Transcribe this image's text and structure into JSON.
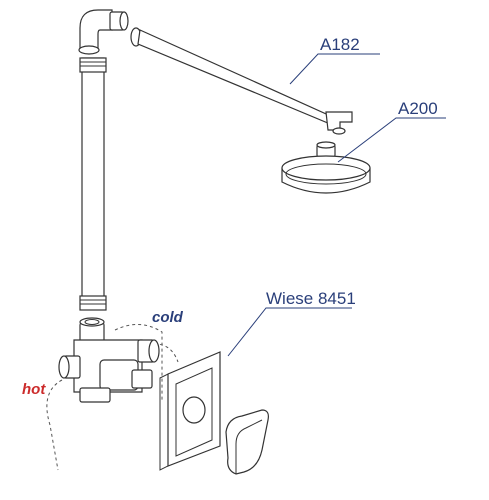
{
  "labels": {
    "shower_arm": "A182",
    "shower_head": "A200",
    "mixer": "Wiese 8451",
    "cold": "cold",
    "hot": "hot"
  },
  "colors": {
    "label_text": "#2a3f7a",
    "hot_text": "#cc2b2b",
    "line": "#333333"
  }
}
